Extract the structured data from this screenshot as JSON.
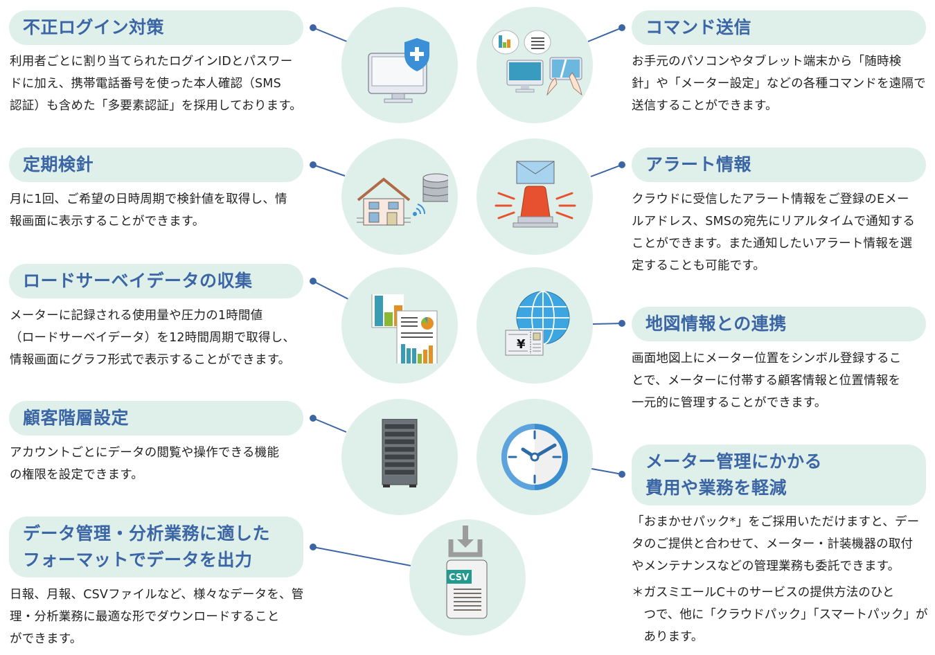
{
  "colors": {
    "heading_text": "#3b65a5",
    "pill_bg": "#dff0ea",
    "circle_bg": "#dff0ea",
    "connector": "#3b65a5",
    "body_text": "#222222"
  },
  "features_left": [
    {
      "title": "不正ログイン対策",
      "description": "利用者ごとに割り当てられたログインIDとパスワー\nドに加え、携帯電話番号を使った本人確認（SMS\n認証）も含めた「多要素認証」を採用しております。",
      "icon": "monitor-shield-icon"
    },
    {
      "title": "定期検針",
      "description": "月に1回、ご希望の日時周期で検針値を取得し、情\n報画面に表示することができます。",
      "icon": "house-wireless-database-icon"
    },
    {
      "title": "ロードサーベイデータの収集",
      "description": "メーターに記録される使用量や圧力の1時間値\n（ロードサーベイデータ）を12時間周期で取得し、\n情報画面にグラフ形式で表示することができます。",
      "icon": "chart-report-icon"
    },
    {
      "title": "顧客階層設定",
      "description": "アカウントごとにデータの閲覧や操作できる機能\nの権限を設定できます。",
      "icon": "server-rack-icon"
    },
    {
      "title": "データ管理・分析業務に適した\nフォーマットでデータを出力",
      "description": "日報、月報、CSVファイルなど、様々なデータを、管\n理・分析業務に最適な形でダウンロードすること\nができます。",
      "icon": "csv-download-icon",
      "icon_label": "CSV"
    }
  ],
  "features_right": [
    {
      "title": "コマンド送信",
      "description": "お手元のパソコンやタブレット端末から「随時検\n針」や「メーター設定」などの各種コマンドを遠隔で\n送信することができます。",
      "icon": "pc-tablet-command-icon"
    },
    {
      "title": "アラート情報",
      "description": "クラウドに受信したアラート情報をご登録のEメー\nルアドレス、SMSの宛先にリアルタイムで通知する\nことができます。また通知したいアラート情報を選\n定することも可能です。",
      "icon": "alert-siren-mail-icon"
    },
    {
      "title": "地図情報との連携",
      "description": "画面地図上にメーター位置をシンボル登録するこ\nとで、メーターに付帯する顧客情報と位置情報を\n一元的に管理することができます。",
      "icon": "globe-customer-card-icon",
      "icon_label": "¥"
    },
    {
      "title": "メーター管理にかかる\n 費用や業務を軽減",
      "description": "「おまかせパック*」をご採用いただけますと、デー\nタのご提供と合わせて、メーター・計装機器の取付\nやメンテナンスなどの管理業務も委託できます。",
      "note": "＊ガスミエールC＋のサービスの提供方法のひと\n　つで、他に「クラウドパック」「スマートパック」が\n　あります。",
      "icon": "clock-icon"
    }
  ]
}
